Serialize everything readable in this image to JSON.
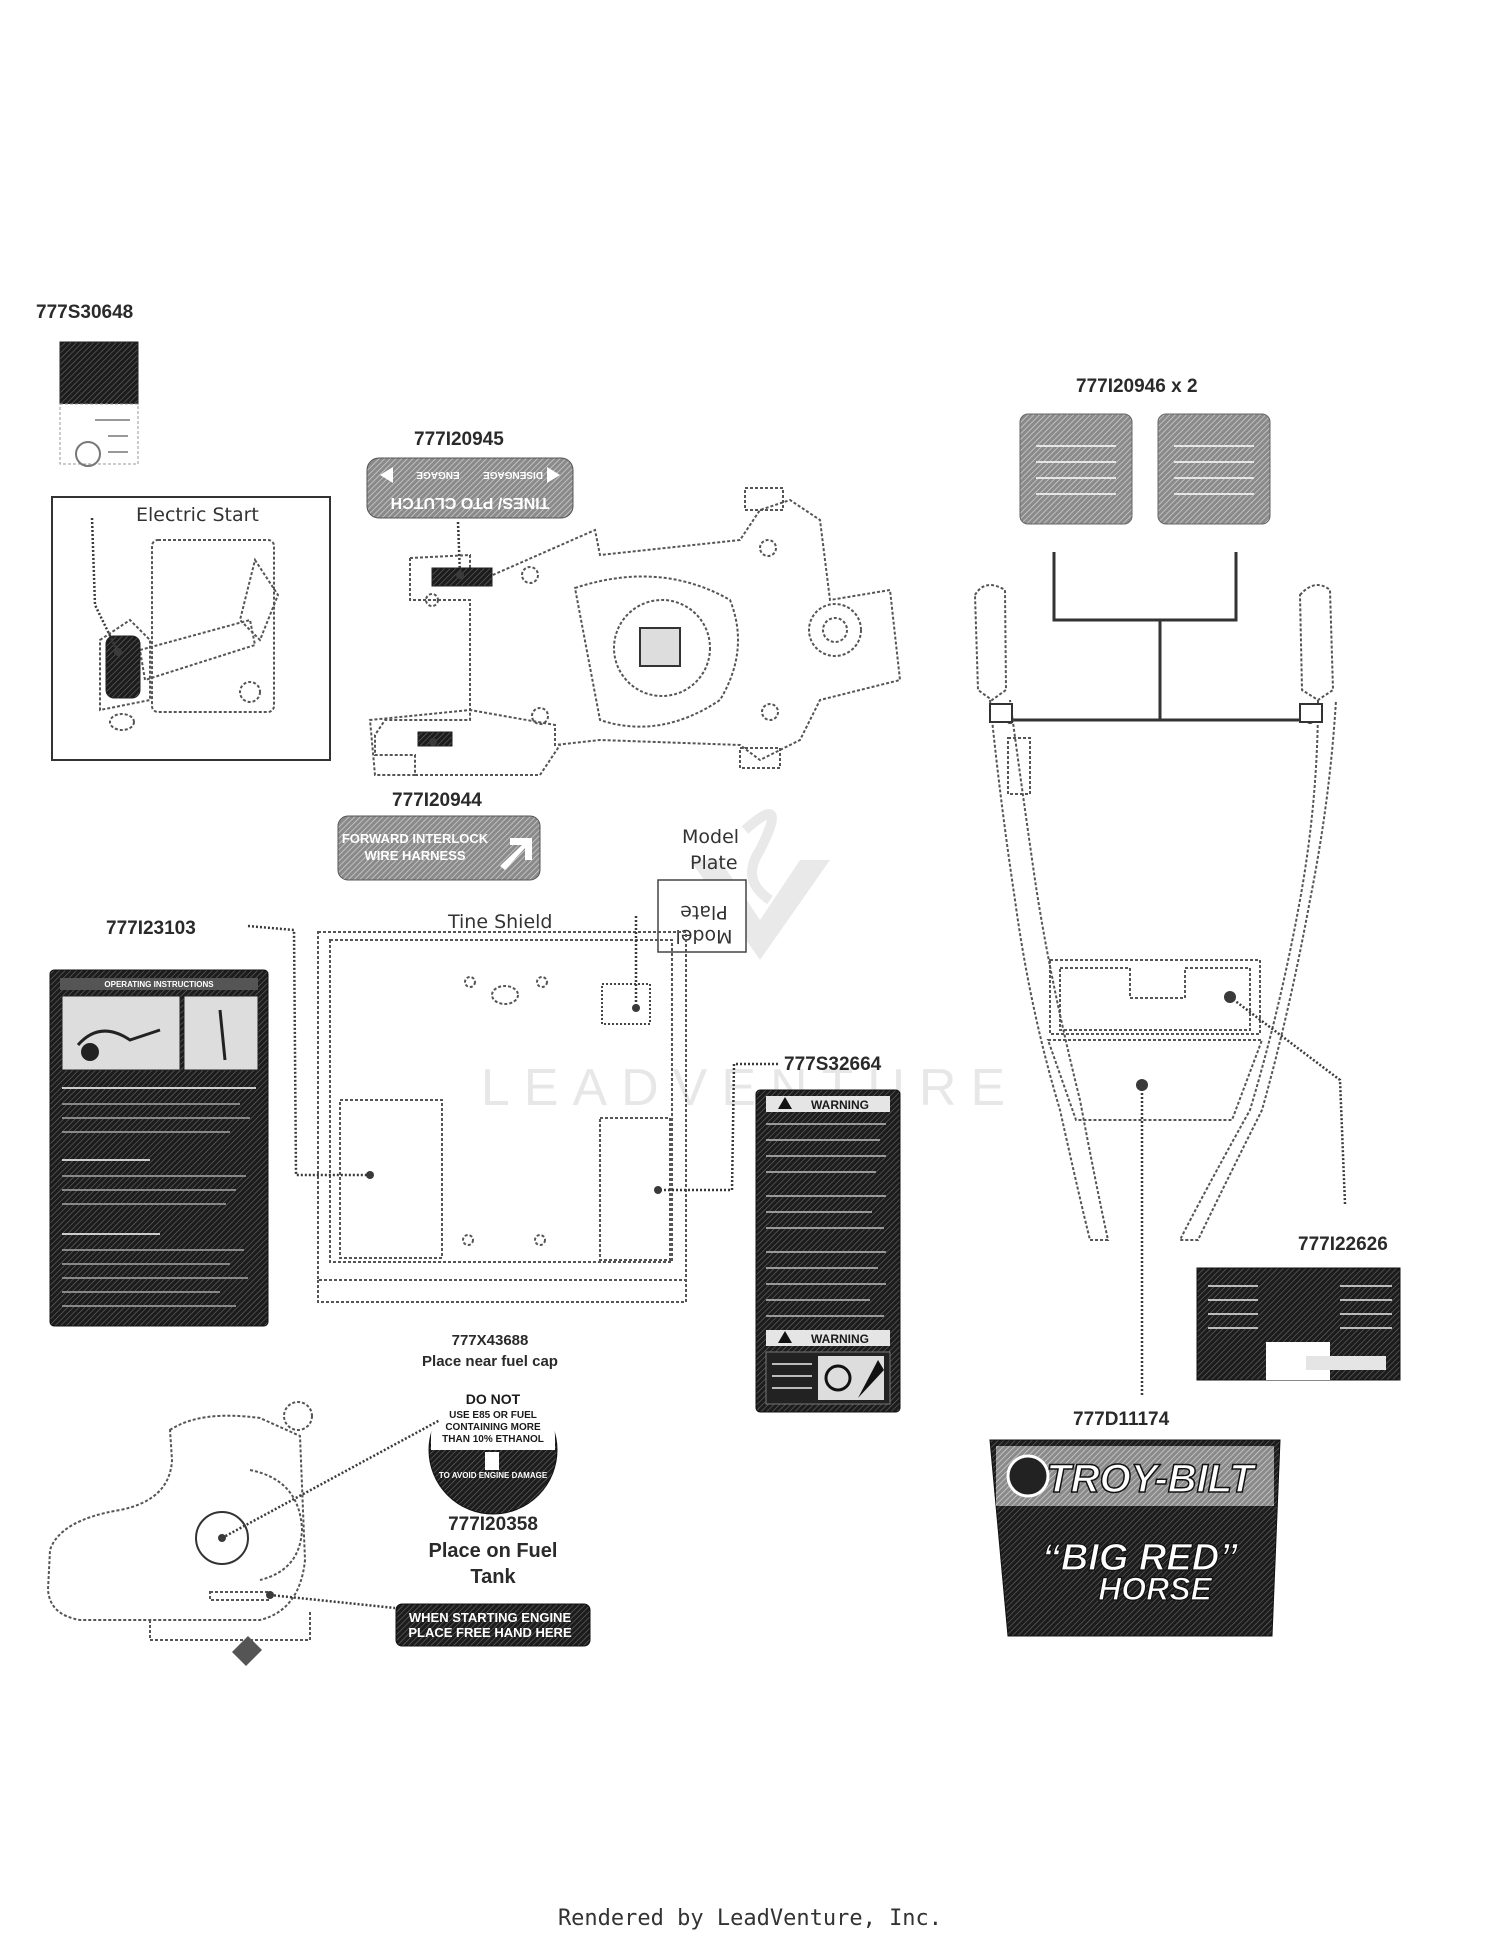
{
  "parts": {
    "p_777S30648": "777S30648",
    "p_777I20945": "777I20945",
    "p_777I20944": "777I20944",
    "p_777I20946": "777I20946 x 2",
    "p_777I23103": "777I23103",
    "p_777S32664": "777S32664",
    "p_777X43688": "777X43688",
    "p_777X43688_note": "Place near fuel cap",
    "p_777I20358": "777I20358",
    "p_777I20358_note_1": "Place on Fuel",
    "p_777I20358_note_2": "Tank",
    "p_777I22626": "777I22626",
    "p_777D11174": "777D11174"
  },
  "areas": {
    "electric_start": "Electric Start",
    "tine_shield": "Tine Shield",
    "model_plate_1": "Model",
    "model_plate_2": "Plate"
  },
  "decals": {
    "pto_clutch": "TINES/ PTO CLUTCH",
    "pto_engage": "ENGAGE",
    "pto_disengage": "DISENGAGE",
    "forward_interlock_1": "FORWARD INTERLOCK",
    "forward_interlock_2": "WIRE HARNESS",
    "operating_instructions": "OPERATING INSTRUCTIONS",
    "warning": "WARNING",
    "fuel_do_not": "DO NOT",
    "fuel_line_1": "USE E85 OR FUEL",
    "fuel_line_2": "CONTAINING MORE",
    "fuel_line_3": "THAN 10% ETHANOL",
    "fuel_ring": "TO AVOID ENGINE DAMAGE",
    "starting_1": "WHEN STARTING ENGINE",
    "starting_2": "PLACE FREE HAND HERE",
    "brand": "TROY-BILT",
    "model_1": "“BIG RED”",
    "model_2": "HORSE"
  },
  "watermark": "LEADVENTURE",
  "footer": "Rendered by LeadVenture, Inc."
}
